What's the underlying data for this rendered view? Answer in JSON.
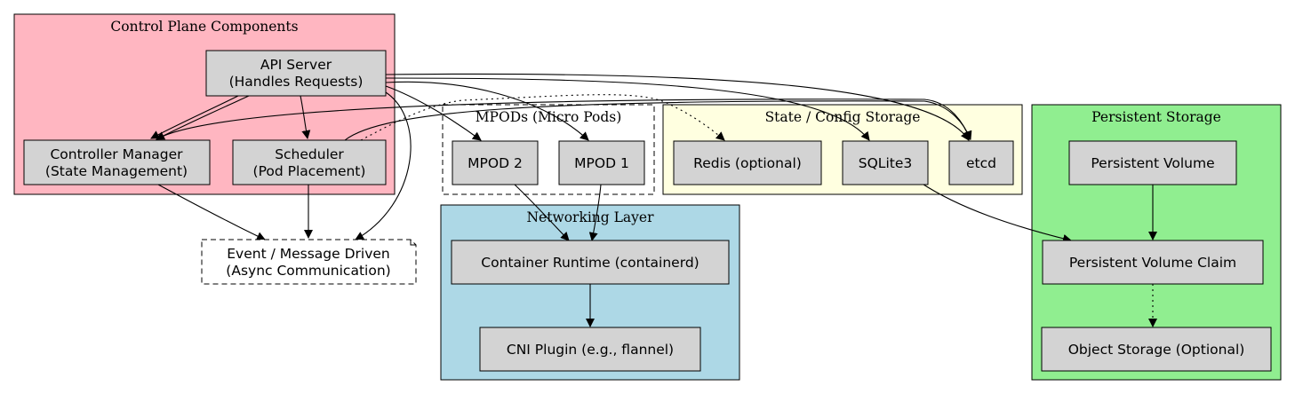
{
  "colors": {
    "control_plane_fill": "#ffb6c1",
    "state_storage_fill": "#ffffe0",
    "networking_fill": "#add8e6",
    "persistent_fill": "#90ee90",
    "node_fill": "#d3d3d3"
  },
  "clusters": {
    "control_plane": "Control Plane Components",
    "mpods": "MPODs (Micro Pods)",
    "state_storage": "State / Config Storage",
    "persistent": "Persistent Storage",
    "networking": "Networking Layer"
  },
  "nodes": {
    "api_server": [
      "API Server",
      "(Handles Requests)"
    ],
    "controller_manager": [
      "Controller Manager",
      "(State Management)"
    ],
    "scheduler": [
      "Scheduler",
      "(Pod Placement)"
    ],
    "event_driven": [
      "Event / Message Driven",
      "(Async Communication)"
    ],
    "mpod2": [
      "MPOD 2"
    ],
    "mpod1": [
      "MPOD 1"
    ],
    "redis": [
      "Redis (optional)"
    ],
    "sqlite": [
      "SQLite3"
    ],
    "etcd": [
      "etcd"
    ],
    "persistent_volume": [
      "Persistent Volume"
    ],
    "pvc": [
      "Persistent Volume Claim"
    ],
    "object_storage": [
      "Object Storage (Optional)"
    ],
    "container_runtime": [
      "Container Runtime (containerd)"
    ],
    "cni_plugin": [
      "CNI Plugin (e.g., flannel)"
    ]
  }
}
